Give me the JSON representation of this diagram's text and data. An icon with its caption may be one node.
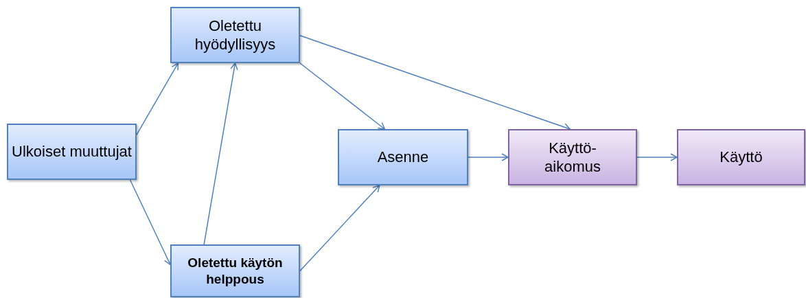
{
  "diagram": {
    "nodes": [
      {
        "text": [
          "Oletettu hyödyllisyys"
        ]
      },
      {
        "text": [
          "Ulkoiset muuttujat"
        ]
      },
      {
        "text": [
          "Asenne"
        ]
      },
      {
        "text": [
          "Oletettu käytön helppous"
        ]
      },
      {
        "text": [
          "Käyttö- aikomus"
        ]
      },
      {
        "text": [
          "Käyttö"
        ]
      }
    ],
    "edges": [
      {
        "from": 1,
        "to": 0,
        "arrow": "to"
      },
      {
        "from": 1,
        "to": 3,
        "arrow": "to"
      },
      {
        "from": 3,
        "to": 0,
        "arrow": "to"
      },
      {
        "from": 0,
        "to": 2,
        "arrow": "to"
      },
      {
        "from": 0,
        "to": 4,
        "arrow": "to"
      },
      {
        "from": 3,
        "to": 2,
        "arrow": "to"
      },
      {
        "from": 2,
        "to": 4,
        "arrow": "to"
      },
      {
        "from": 4,
        "to": 5,
        "arrow": "to"
      }
    ]
  }
}
